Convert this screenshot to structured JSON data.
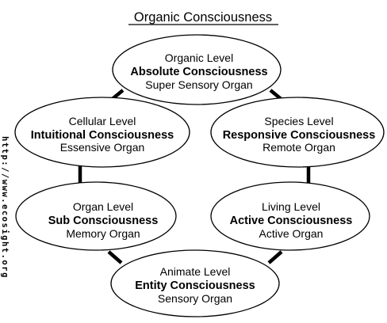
{
  "title": "Organic Consciousness",
  "side_text": "http://www.ecosight.org",
  "nodes": {
    "organic": {
      "level": "Organic Level",
      "consciousness": "Absolute Consciousness",
      "organ": "Super Sensory Organ"
    },
    "cellular": {
      "level": "Cellular Level",
      "consciousness": "Intuitional Consciousness",
      "organ": "Essensive Organ"
    },
    "species": {
      "level": "Species Level",
      "consciousness": "Responsive Consciousness",
      "organ": "Remote Organ"
    },
    "organ": {
      "level": "Organ Level",
      "consciousness": "Sub Consciousness",
      "organ": "Memory Organ"
    },
    "living": {
      "level": "Living Level",
      "consciousness": "Active Consciousness",
      "organ": "Active Organ"
    },
    "animate": {
      "level": "Animate Level",
      "consciousness": "Entity Consciousness",
      "organ": "Sensory Organ"
    }
  }
}
